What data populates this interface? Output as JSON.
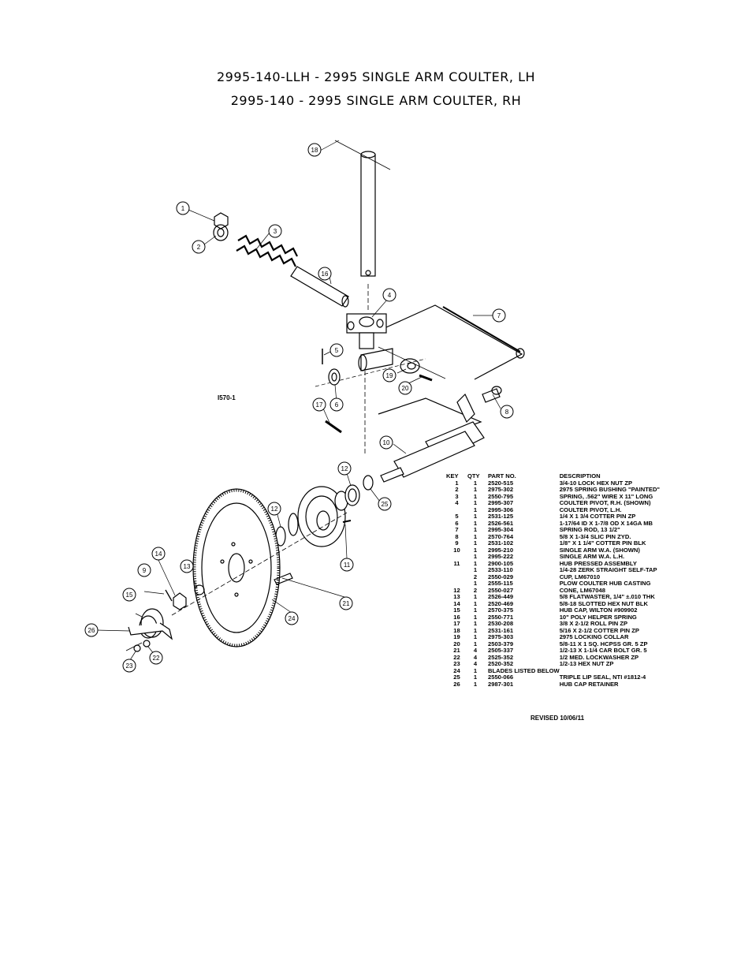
{
  "titles": {
    "line1": "2995-140-LLH - 2995 SINGLE ARM COULTER, LH",
    "line2": "2995-140 - 2995 SINGLE ARM COULTER, RH"
  },
  "diagram": {
    "ref": "I570-1",
    "callouts": [
      "18",
      "1",
      "2",
      "3",
      "16",
      "4",
      "7",
      "5",
      "19",
      "20",
      "6",
      "17",
      "8",
      "10",
      "12",
      "25",
      "12",
      "11",
      "13",
      "14",
      "9",
      "15",
      "21",
      "24",
      "26",
      "22",
      "23"
    ]
  },
  "table": {
    "headers": {
      "key": "KEY",
      "qty": "QTY",
      "part": "PART NO.",
      "desc": "DESCRIPTION"
    },
    "rows": [
      {
        "key": "1",
        "qty": "1",
        "part": "2520-515",
        "desc": "3/4-10 LOCK HEX NUT ZP"
      },
      {
        "key": "2",
        "qty": "1",
        "part": "2975-302",
        "desc": "2975 SPRING BUSHING \"PAINTED\""
      },
      {
        "key": "3",
        "qty": "1",
        "part": "2550-795",
        "desc": "SPRING, .562\" WIRE X 11\" LONG"
      },
      {
        "key": "4",
        "qty": "1",
        "part": "2995-307",
        "desc": "COULTER PIVOT, R.H. (SHOWN)"
      },
      {
        "key": "",
        "qty": "1",
        "part": "2995-306",
        "desc": "COULTER PIVOT, L.H."
      },
      {
        "key": "5",
        "qty": "1",
        "part": "2531-125",
        "desc": "1/4 X 1 3/4 COTTER PIN ZP"
      },
      {
        "key": "6",
        "qty": "1",
        "part": "2526-561",
        "desc": "1-17/64 ID X 1-7/8 OD X 14GA MB"
      },
      {
        "key": "7",
        "qty": "1",
        "part": "2995-304",
        "desc": "SPRING ROD, 13 1/2\""
      },
      {
        "key": "8",
        "qty": "1",
        "part": "2570-764",
        "desc": "5/8 X 1-3/4 SLIC PIN ZYD."
      },
      {
        "key": "9",
        "qty": "1",
        "part": "2531-102",
        "desc": "1/8\" X 1 1/4\" COTTER PIN BLK"
      },
      {
        "key": "10",
        "qty": "1",
        "part": "2995-210",
        "desc": "SINGLE ARM W.A. (SHOWN)"
      },
      {
        "key": "",
        "qty": "1",
        "part": "2995-222",
        "desc": "SINGLE ARM W.A. L.H."
      },
      {
        "key": "11",
        "qty": "1",
        "part": "2900-105",
        "desc": "HUB PRESSED ASSEMBLY"
      },
      {
        "key": "",
        "qty": "1",
        "part": "2533-110",
        "desc": "1/4-28 ZERK STRAIGHT SELF-TAP"
      },
      {
        "key": "",
        "qty": "2",
        "part": "2550-029",
        "desc": "CUP, LM67010"
      },
      {
        "key": "",
        "qty": "1",
        "part": "2555-115",
        "desc": "PLOW COULTER HUB CASTING"
      },
      {
        "key": "12",
        "qty": "2",
        "part": "2550-027",
        "desc": "CONE, LM67048"
      },
      {
        "key": "13",
        "qty": "1",
        "part": "2526-449",
        "desc": "5/8 FLATWASTER, 1/4\" ±.010 THK"
      },
      {
        "key": "14",
        "qty": "1",
        "part": "2520-469",
        "desc": "5/8-18 SLOTTED HEX NUT BLK"
      },
      {
        "key": "15",
        "qty": "1",
        "part": "2570-375",
        "desc": "HUB CAP, WILTON #909902"
      },
      {
        "key": "16",
        "qty": "1",
        "part": "2550-771",
        "desc": "10\" POLY HELPER SPRING"
      },
      {
        "key": "17",
        "qty": "1",
        "part": "2530-208",
        "desc": "3/8 X 2-1/2 ROLL PIN ZP"
      },
      {
        "key": "18",
        "qty": "1",
        "part": "2531-161",
        "desc": "5/16 X 2-1/2 COTTER PIN ZP"
      },
      {
        "key": "19",
        "qty": "1",
        "part": "2975-303",
        "desc": "2975 LOCKING COLLAR"
      },
      {
        "key": "20",
        "qty": "1",
        "part": "2503-379",
        "desc": "5/8-11 X 1 SQ. HCPSS GR. 5 ZP"
      },
      {
        "key": "21",
        "qty": "4",
        "part": "2505-337",
        "desc": "1/2-13 X 1-1/4 CAR BOLT GR. 5"
      },
      {
        "key": "22",
        "qty": "4",
        "part": "2525-352",
        "desc": "1/2 MED. LOCKWASHER ZP"
      },
      {
        "key": "23",
        "qty": "4",
        "part": "2520-352",
        "desc": "1/2-13 HEX NUT ZP"
      },
      {
        "key": "24",
        "qty": "1",
        "part": "BLADES LISTED BELOW",
        "desc": ""
      },
      {
        "key": "25",
        "qty": "1",
        "part": "2550-066",
        "desc": "TRIPLE LIP SEAL, NTI #1812-4"
      },
      {
        "key": "26",
        "qty": "1",
        "part": "2987-301",
        "desc": "HUB CAP RETAINER"
      }
    ]
  },
  "revised": "REVISED 10/06/11",
  "colors": {
    "ink": "#000000",
    "paper": "#ffffff"
  }
}
